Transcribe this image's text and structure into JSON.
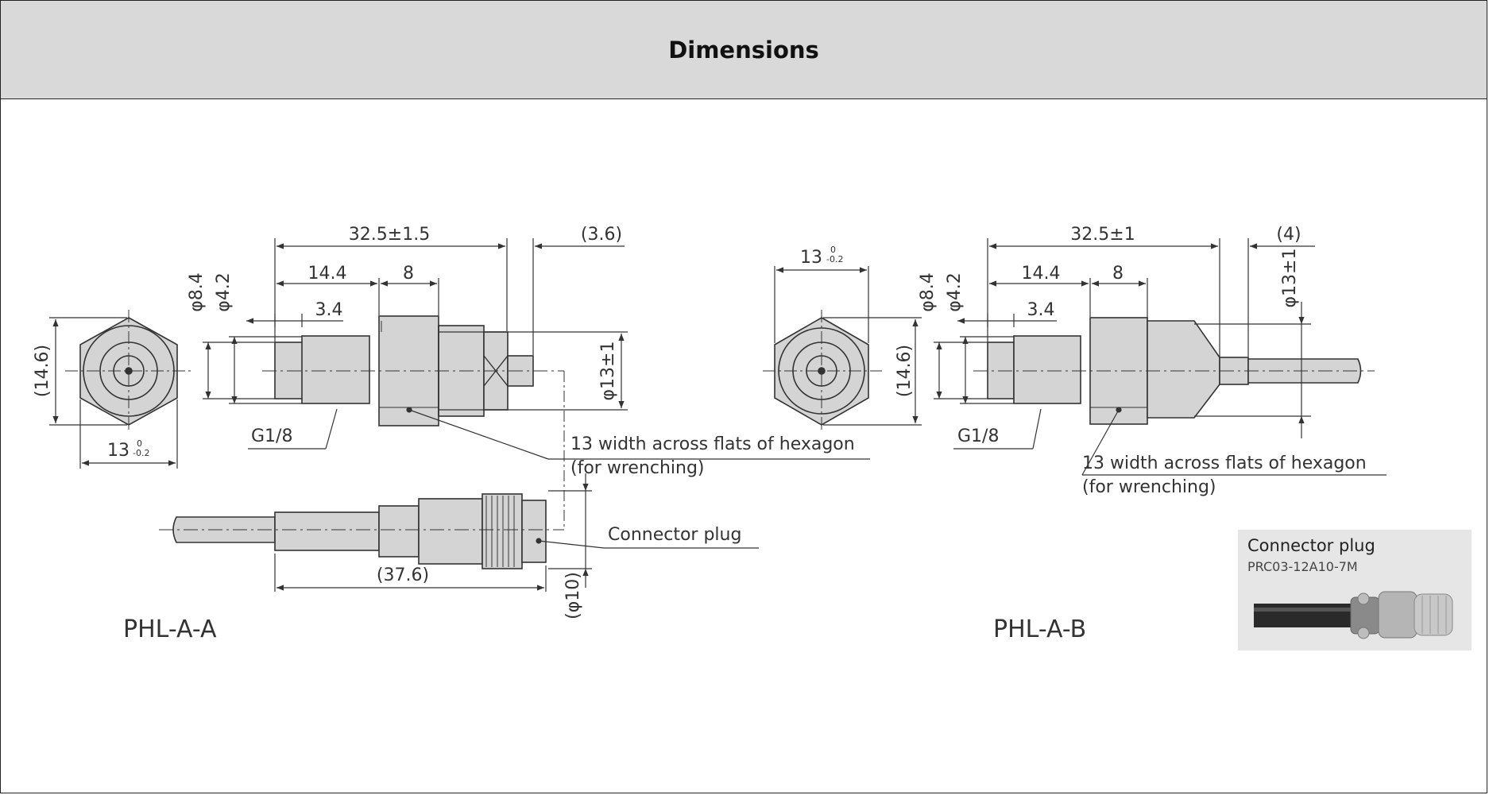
{
  "header": {
    "title": "Dimensions"
  },
  "left": {
    "model": "PHL-A-A",
    "dim_overall": "32.5±1.5",
    "dim_cap": "(3.6)",
    "dim_thread_len": "14.4",
    "dim_hex_len": "8",
    "dim_step": "3.4",
    "dia_outer": "φ8.4",
    "dia_inner": "φ4.2",
    "dia_body": "φ13±1",
    "hex_height": "(14.6)",
    "hex_width": "13",
    "hex_tol_top": "0",
    "hex_tol_bottom": "-0.2",
    "thread": "G1/8",
    "hex_note_1": "13 width across flats of hexagon",
    "hex_note_2": "(for wrenching)",
    "plug_label": "Connector plug",
    "plug_length": "(37.6)",
    "plug_dia": "(φ10)"
  },
  "right": {
    "model": "PHL-A-B",
    "dim_overall": "32.5±1",
    "dim_cap": "(4)",
    "dim_thread_len": "14.4",
    "dim_hex_len": "8",
    "dim_step": "3.4",
    "dia_outer": "φ8.4",
    "dia_inner": "φ4.2",
    "dia_body": "φ13±1",
    "hex_height": "(14.6)",
    "hex_width": "13",
    "hex_tol_top": "0",
    "hex_tol_bottom": "-0.2",
    "thread": "G1/8",
    "hex_note_1": "13 width across flats of hexagon",
    "hex_note_2": "(for wrenching)"
  },
  "inset": {
    "title": "Connector plug",
    "part_number": "PRC03-12A10-7M"
  }
}
